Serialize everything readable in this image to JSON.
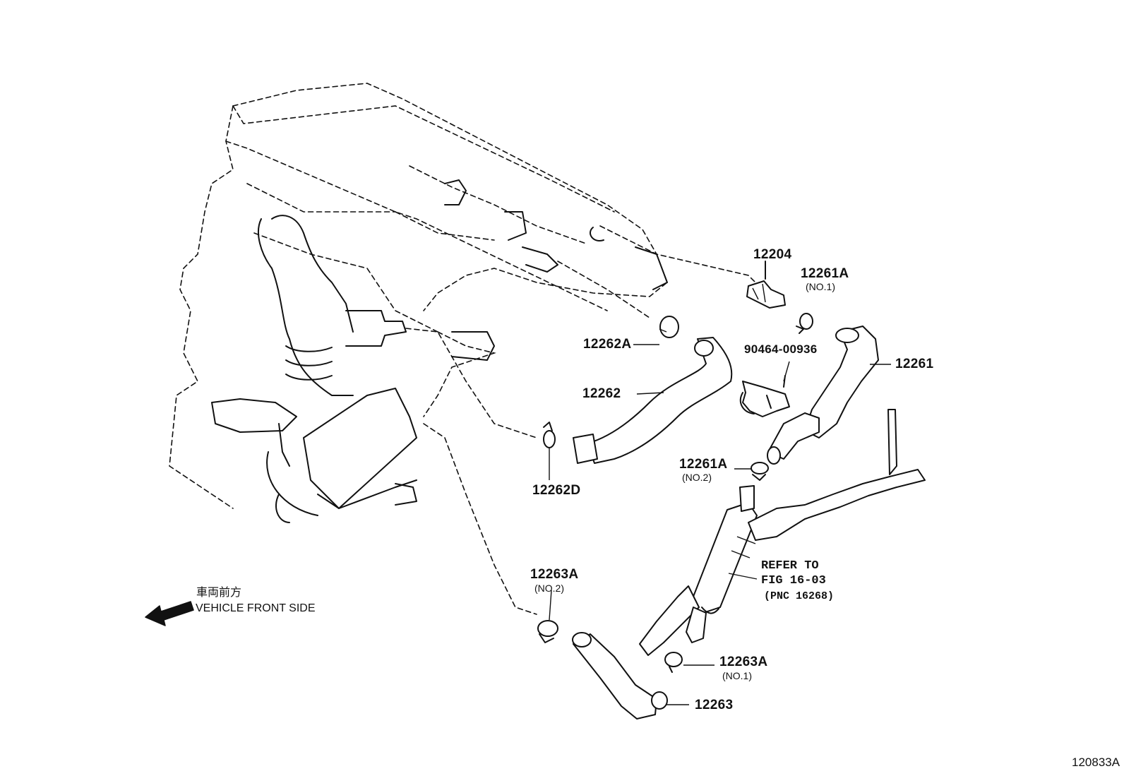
{
  "figure_id": "120833A",
  "direction": {
    "japanese_label": "車両前方",
    "english_label": "VEHICLE FRONT SIDE",
    "arrow_icon": "left-arrow-icon"
  },
  "parts": {
    "p12204": {
      "number": "12204"
    },
    "p12261A_1": {
      "number": "12261A",
      "note": "(NO.1)"
    },
    "p12262A": {
      "number": "12262A"
    },
    "p90464": {
      "number": "90464-00936"
    },
    "p12261": {
      "number": "12261"
    },
    "p12262": {
      "number": "12262"
    },
    "p12261A_2": {
      "number": "12261A",
      "note": "(NO.2)"
    },
    "p12262D": {
      "number": "12262D"
    },
    "p12263A_2": {
      "number": "12263A",
      "note": "(NO.2)"
    },
    "p12263A_1": {
      "number": "12263A",
      "note": "(NO.1)"
    },
    "p12263": {
      "number": "12263"
    }
  },
  "reference": {
    "line1": "REFER TO",
    "line2": "FIG 16-03",
    "line3": "(PNC 16268)"
  }
}
